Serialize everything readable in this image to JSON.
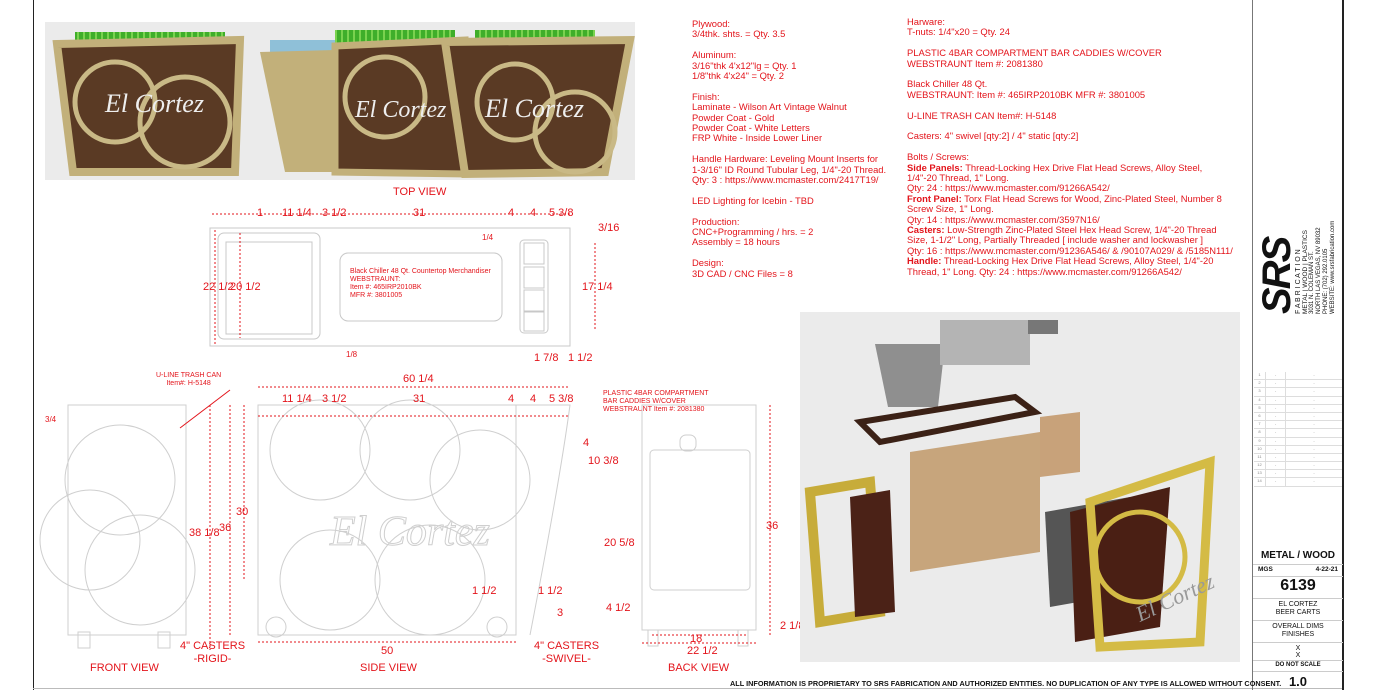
{
  "views": {
    "top": "TOP VIEW",
    "front": "FRONT VIEW",
    "side": "SIDE VIEW",
    "back": "BACK VIEW"
  },
  "top_view_dims": [
    "1",
    "11 1/4",
    "3 1/2",
    "31",
    "4",
    "4",
    "5 3/8",
    "3/16",
    "1/4",
    "22 1/2",
    "20 1/2",
    "17 1/4",
    "1/8",
    "1 7/8",
    "1 1/2"
  ],
  "chiller_note": [
    "Black Chiller 48 Qt. Countertop Merchandiser",
    "WEBSTRAUNT:",
    "Item #: 465IRP2010BK",
    "MFR #: 3801005"
  ],
  "trash_callout": [
    "U-LINE TRASH CAN",
    "Item#:  H-5148"
  ],
  "caddy_callout": [
    "PLASTIC 4BAR COMPARTMENT",
    "BAR CADDIES W/COVER",
    "WEBSTRAUNT Item #: 2081380"
  ],
  "side_view_dims": [
    "60 1/4",
    "11 1/4",
    "3 1/2",
    "31",
    "4",
    "4",
    "5 3/8",
    "4",
    "10 3/8",
    "30",
    "36",
    "38 1/8",
    "1 1/2",
    "1 1/2",
    "3",
    "50",
    "3/4"
  ],
  "back_view_dims": [
    "36",
    "20 5/8",
    "4 1/2",
    "2 1/8",
    "18",
    "22 1/2"
  ],
  "casters": {
    "rigid": [
      "4\" CASTERS",
      "-RIGID-"
    ],
    "swivel": [
      "4\" CASTERS",
      "-SWIVEL-"
    ]
  },
  "render_logo": "El Cortez",
  "notes_left": [
    [
      "Plywood:",
      "3/4thk. shts. = Qty. 3.5"
    ],
    [
      "Aluminum:",
      "3/16\"thk 4'x12\"lg = Qty. 1",
      "1/8\"thk 4'x24\" = Qty. 2"
    ],
    [
      "Finish:",
      "Laminate - Wilson Art Vintage Walnut",
      "Powder Coat - Gold",
      "Powder Coat - White Letters",
      "FRP White - Inside Lower Liner"
    ],
    [
      "Handle Hardware: Leveling Mount Inserts for",
      "1-3/16\" ID Round Tubular Leg, 1/4\"-20 Thread.",
      "Qty: 3 : https://www.mcmaster.com/2417T19/"
    ],
    [
      "LED Lighting for Icebin - TBD"
    ],
    [
      "Production:",
      "CNC+Programming / hrs. = 2",
      "Assembly = 18 hours"
    ],
    [
      "Design:",
      "3D CAD / CNC Files = 8"
    ]
  ],
  "notes_right": {
    "hardware": [
      "Harware:",
      "T-nuts: 1/4\"x20 = Qty. 24"
    ],
    "caddies": [
      "PLASTIC 4BAR COMPARTMENT BAR CADDIES W/COVER",
      "WEBSTRAUNT Item #: 2081380"
    ],
    "chiller": [
      "Black Chiller 48 Qt.",
      "WEBSTRAUNT: Item #: 465IRP2010BK MFR #: 3801005"
    ],
    "trash": "U-LINE TRASH CAN Item#:  H-5148",
    "casters": "Casters: 4\" swivel [qty:2] / 4\" static [qty:2]",
    "bolts_title": "Bolts / Screws:",
    "bolts": [
      {
        "head": "Side Panels:",
        "lines": [
          " Thread-Locking Hex Drive Flat Head Screws, Alloy Steel,",
          "1/4\"-20 Thread, 1\" Long.",
          "Qty: 24 : https://www.mcmaster.com/91266A542/"
        ]
      },
      {
        "head": "Front Panel:",
        "lines": [
          " Torx Flat Head Screws for Wood, Zinc-Plated Steel, Number 8",
          "Screw Size, 1\" Long.",
          "Qty: 14 : https://www.mcmaster.com/3597N16/"
        ]
      },
      {
        "head": "Casters:",
        "lines": [
          " Low-Strength Zinc-Plated Steel Hex Head Screw, 1/4\"-20 Thread",
          "Size, 1-1/2\" Long, Partially Threaded [ include washer and lockwasher ]",
          "Qty: 16 : https://www.mcmaster.com/91236A546/ & /90107A029/ & /5185N111/"
        ]
      },
      {
        "head": "Handle:",
        "lines": [
          " Thread-Locking Hex Drive Flat Head Screws, Alloy Steel, 1/4\"-20",
          "Thread, 1\" Long.  Qty: 24 : https://www.mcmaster.com/91266A542/"
        ]
      }
    ]
  },
  "title_block": {
    "logo": "SRS",
    "logo_sub": "F A B R I C A T I O N",
    "tagline": "METAL  |  WOOD  |  PLASTICS",
    "address": [
      "3031 N. COLEMAN ST.",
      "NORTH LAS VEGAS, NV 89032",
      "PHONE: (702) 292.0105",
      "WEBSITE: www.srsfabrication.com"
    ],
    "revisions": [
      "1",
      "2",
      "3",
      "4",
      "5",
      "6",
      "7",
      "8",
      "9",
      "10",
      "11",
      "12",
      "13",
      "14"
    ],
    "material": "METAL / WOOD",
    "drawn_by": "MGS",
    "date": "4-22-21",
    "job_number": "6139",
    "project": [
      "EL CORTEZ",
      "BEER CARTS"
    ],
    "sheet_desc": [
      "OVERALL DIMS",
      "FINISHES"
    ],
    "x_marks": [
      "X",
      "X"
    ],
    "do_not_scale": "DO NOT SCALE",
    "revision": "1.0"
  },
  "footer": "ALL INFORMATION IS PROPRIETARY TO SRS FABRICATION AND AUTHORIZED ENTITIES.  NO DUPLICATION OF ANY TYPE IS ALLOWED WITHOUT CONSENT."
}
